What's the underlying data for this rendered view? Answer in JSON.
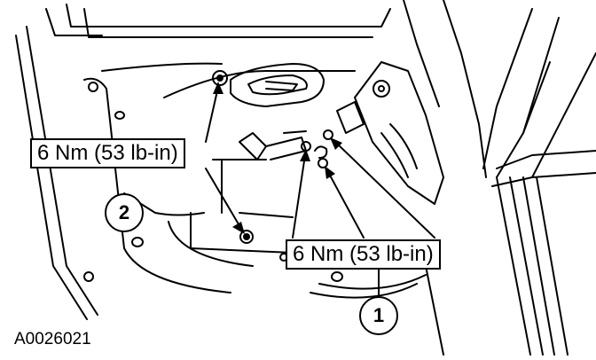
{
  "figure_id": "A0026021",
  "callouts": {
    "torque_upper": "6 Nm (53 lb-in)",
    "torque_lower": "6 Nm (53 lb-in)"
  },
  "bubbles": {
    "item_1": "1",
    "item_2": "2"
  },
  "colors": {
    "ink": "#000000",
    "paper": "#ffffff"
  }
}
